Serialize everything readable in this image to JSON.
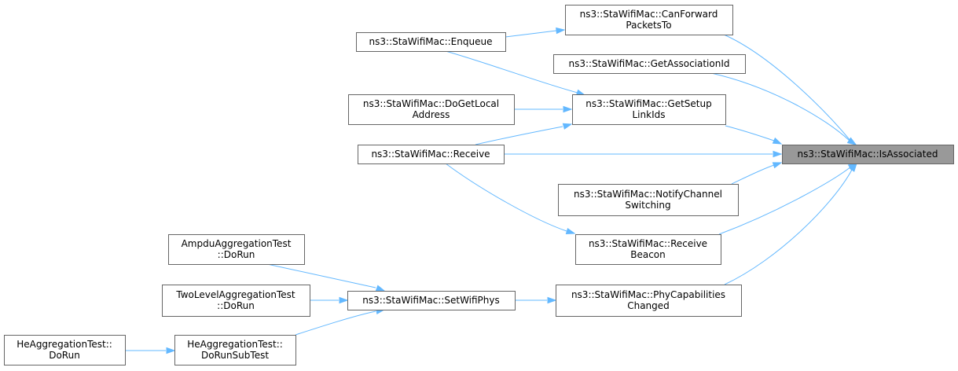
{
  "colors": {
    "edge": "#63b8ff",
    "node_border": "#666666",
    "node_fill": "#ffffff",
    "focus_fill": "#999999",
    "text": "#000000"
  },
  "nodes": {
    "is_associated": {
      "lines": [
        "ns3::StaWifiMac::IsAssociated"
      ],
      "focus": true
    },
    "can_forward": {
      "lines": [
        "ns3::StaWifiMac::CanForward",
        "PacketsTo"
      ]
    },
    "enqueue": {
      "lines": [
        "ns3::StaWifiMac::Enqueue"
      ]
    },
    "get_association_id": {
      "lines": [
        "ns3::StaWifiMac::GetAssociationId"
      ]
    },
    "do_get_local_address": {
      "lines": [
        "ns3::StaWifiMac::DoGetLocal",
        "Address"
      ]
    },
    "get_setup_link_ids": {
      "lines": [
        "ns3::StaWifiMac::GetSetup",
        "LinkIds"
      ]
    },
    "receive": {
      "lines": [
        "ns3::StaWifiMac::Receive"
      ]
    },
    "notify_channel_switching": {
      "lines": [
        "ns3::StaWifiMac::NotifyChannel",
        "Switching"
      ]
    },
    "receive_beacon": {
      "lines": [
        "ns3::StaWifiMac::Receive",
        "Beacon"
      ]
    },
    "ampdu_do_run": {
      "lines": [
        "AmpduAggregationTest",
        "::DoRun"
      ]
    },
    "set_wifi_phys": {
      "lines": [
        "ns3::StaWifiMac::SetWifiPhys"
      ]
    },
    "phy_caps_changed": {
      "lines": [
        "ns3::StaWifiMac::PhyCapabilities",
        "Changed"
      ]
    },
    "two_level_do_run": {
      "lines": [
        "TwoLevelAggregationTest",
        "::DoRun"
      ]
    },
    "he_do_run": {
      "lines": [
        "HeAggregationTest::",
        "DoRun"
      ]
    },
    "he_do_run_sub": {
      "lines": [
        "HeAggregationTest::",
        "DoRunSubTest"
      ]
    }
  },
  "edges": [
    {
      "from": "can_forward",
      "to": "is_associated"
    },
    {
      "from": "enqueue",
      "to": "can_forward"
    },
    {
      "from": "enqueue",
      "to": "get_setup_link_ids"
    },
    {
      "from": "get_association_id",
      "to": "is_associated"
    },
    {
      "from": "do_get_local_address",
      "to": "get_setup_link_ids"
    },
    {
      "from": "get_setup_link_ids",
      "to": "is_associated"
    },
    {
      "from": "receive",
      "to": "get_setup_link_ids"
    },
    {
      "from": "receive",
      "to": "is_associated"
    },
    {
      "from": "notify_channel_switching",
      "to": "is_associated"
    },
    {
      "from": "receive",
      "to": "receive_beacon"
    },
    {
      "from": "receive_beacon",
      "to": "is_associated"
    },
    {
      "from": "phy_caps_changed",
      "to": "is_associated"
    },
    {
      "from": "set_wifi_phys",
      "to": "phy_caps_changed"
    },
    {
      "from": "ampdu_do_run",
      "to": "set_wifi_phys"
    },
    {
      "from": "two_level_do_run",
      "to": "set_wifi_phys"
    },
    {
      "from": "he_do_run_sub",
      "to": "set_wifi_phys"
    },
    {
      "from": "he_do_run",
      "to": "he_do_run_sub"
    }
  ]
}
